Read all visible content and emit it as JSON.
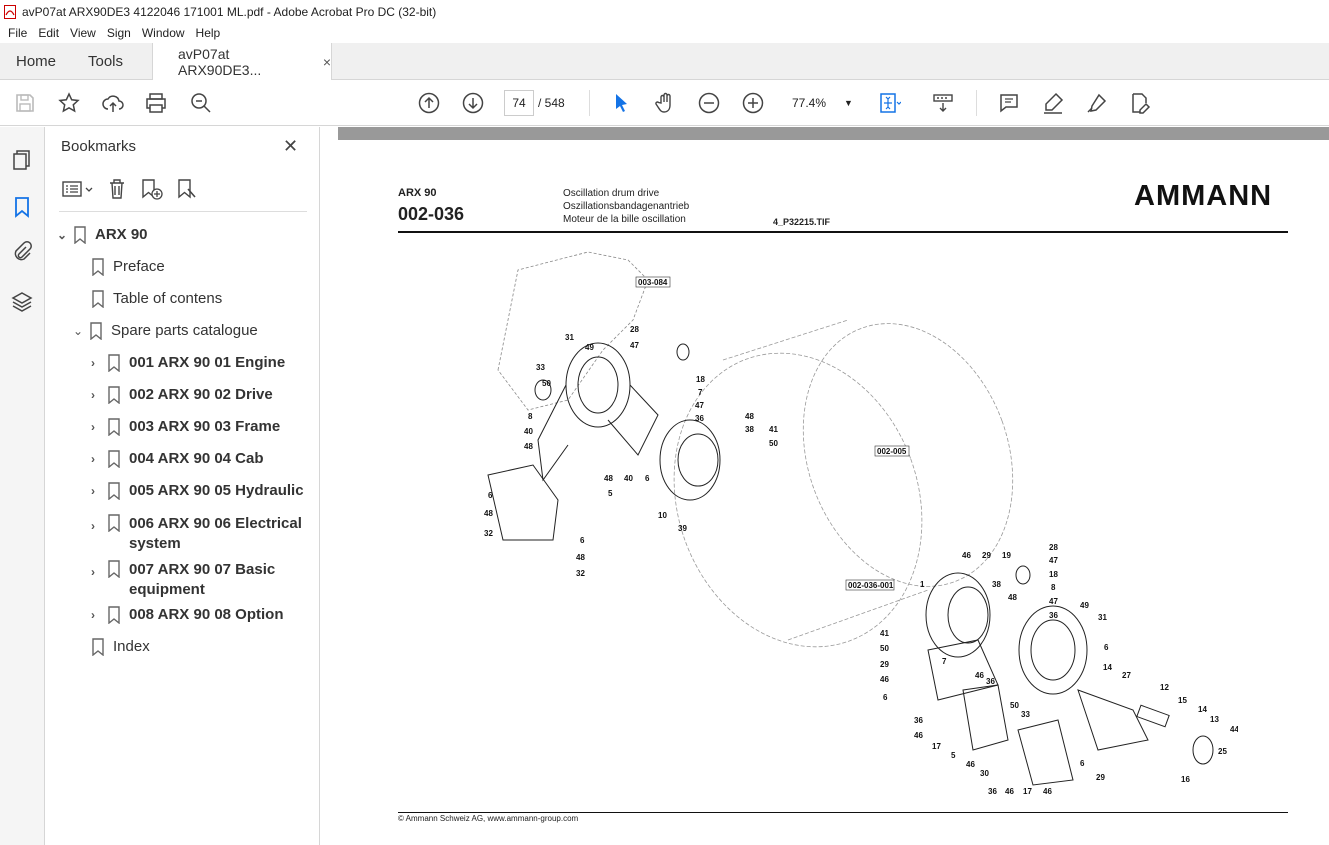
{
  "window": {
    "title": "avP07at ARX90DE3 4122046 171001 ML.pdf - Adobe Acrobat Pro DC (32-bit)"
  },
  "menu": [
    "File",
    "Edit",
    "View",
    "Sign",
    "Window",
    "Help"
  ],
  "tabs": {
    "home": "Home",
    "tools": "Tools",
    "doc": "avP07at ARX90DE3...",
    "close": "×"
  },
  "toolbar": {
    "page_current": "74",
    "page_total": "/ 548",
    "zoom": "77.4%"
  },
  "bookmarks": {
    "title": "Bookmarks",
    "close": "✕",
    "items": [
      {
        "label": "ARX 90"
      },
      {
        "label": "Preface"
      },
      {
        "label": "Table of contens"
      },
      {
        "label": "Spare parts catalogue"
      },
      {
        "label": "001 ARX 90 01 Engine"
      },
      {
        "label": "002 ARX 90 02 Drive"
      },
      {
        "label": "003 ARX 90 03 Frame"
      },
      {
        "label": "004 ARX 90 04 Cab"
      },
      {
        "label": "005 ARX 90 05 Hydraulic"
      },
      {
        "label": "006 ARX 90 06 Electrical system"
      },
      {
        "label": "007 ARX 90 07 Basic equipment"
      },
      {
        "label": "008 ARX 90 08 Option"
      },
      {
        "label": "Index"
      }
    ]
  },
  "pdfpage": {
    "model": "ARX 90",
    "code": "002-036",
    "desc_de": "Oscillation drum drive",
    "desc_de2": "Oszillationsbandagenantrieb",
    "desc_fr": "Moteur de la bille oscillation",
    "tif": "4_P32215.TIF",
    "logo": "AMMANN",
    "footer": "© Ammann Schweiz AG, www.ammann-group.com",
    "refs": {
      "r1": "003-084",
      "r2": "002-005",
      "r3": "002-036-001"
    },
    "part_numbers": [
      "28",
      "47",
      "31",
      "49",
      "33",
      "50",
      "18",
      "7",
      "47",
      "36",
      "48",
      "38",
      "41",
      "50",
      "8",
      "40",
      "48",
      "6",
      "40",
      "48",
      "5",
      "10",
      "39",
      "6",
      "48",
      "32",
      "6",
      "48",
      "32",
      "46",
      "29",
      "19",
      "28",
      "47",
      "18",
      "8",
      "47",
      "36",
      "49",
      "31",
      "38",
      "48",
      "1",
      "41",
      "50",
      "29",
      "46",
      "6",
      "7",
      "46",
      "36",
      "6",
      "14",
      "27",
      "12",
      "15",
      "14",
      "13",
      "44",
      "25",
      "16",
      "50",
      "33",
      "36",
      "46",
      "17",
      "5",
      "46",
      "30",
      "36",
      "46",
      "17",
      "46",
      "6",
      "29"
    ]
  },
  "colors": {
    "accent": "#1473e6",
    "rail_bg": "#f5f5f5",
    "tab_bg": "#f0f0f0",
    "gutter": "#999999"
  }
}
